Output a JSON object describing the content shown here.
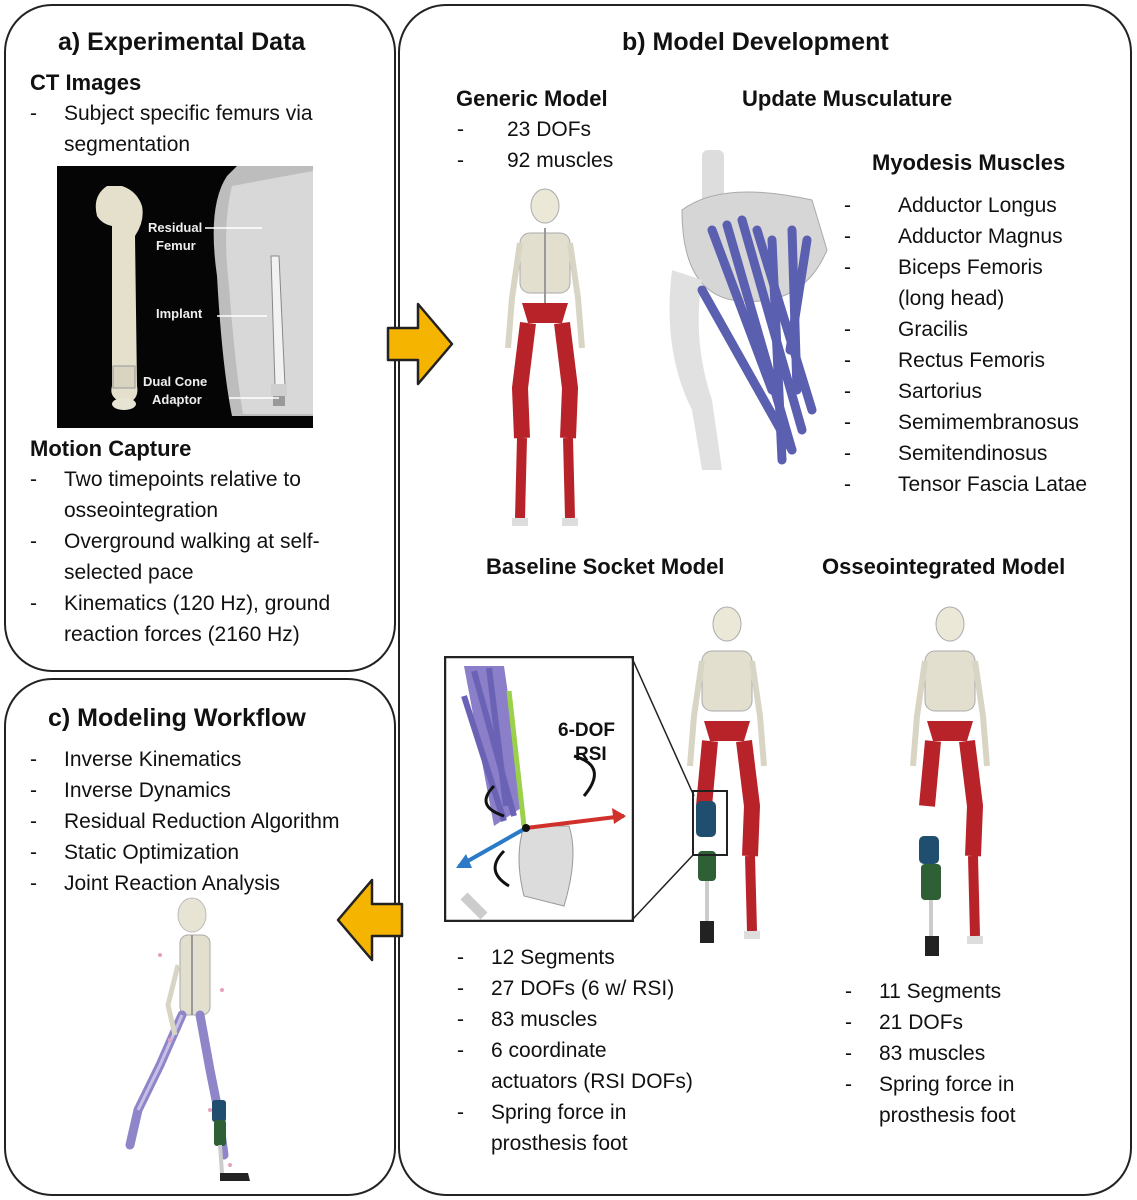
{
  "panel_a": {
    "title": "a) Experimental Data",
    "ct": {
      "heading": "CT Images",
      "items": [
        "Subject specific femurs via",
        "segmentation"
      ],
      "image_labels": {
        "residual_femur_1": "Residual",
        "residual_femur_2": "Femur",
        "implant": "Implant",
        "adaptor_1": "Dual Cone",
        "adaptor_2": "Adaptor"
      }
    },
    "motion": {
      "heading": "Motion Capture",
      "items": [
        "Two timepoints relative to",
        "osseointegration",
        "Overground walking at self-",
        "selected pace",
        "Kinematics (120 Hz), ground",
        "reaction forces (2160 Hz)"
      ]
    }
  },
  "panel_b": {
    "title": "b) Model Development",
    "generic": {
      "heading": "Generic Model",
      "items": [
        "23 DOFs",
        "92 muscles"
      ]
    },
    "update": {
      "heading": "Update Musculature"
    },
    "myodesis": {
      "heading": "Myodesis Muscles",
      "items": [
        "Adductor Longus",
        "Adductor Magnus",
        "Biceps Femoris",
        "(long head)",
        "Gracilis",
        "Rectus Femoris",
        "Sartorius",
        "Semimembranosus",
        "Semitendinosus",
        "Tensor Fascia Latae"
      ]
    },
    "baseline": {
      "heading": "Baseline Socket Model",
      "rsi_label_1": "6-DOF",
      "rsi_label_2": "RSI",
      "items": [
        "12 Segments",
        "27 DOFs (6 w/ RSI)",
        "83 muscles",
        "6 coordinate",
        "actuators (RSI DOFs)",
        "Spring force in",
        "prosthesis foot"
      ]
    },
    "osseo": {
      "heading": "Osseointegrated Model",
      "items": [
        "11 Segments",
        "21 DOFs",
        "83 muscles",
        "Spring force in",
        "prosthesis foot"
      ]
    }
  },
  "panel_c": {
    "title": "c) Modeling Workflow",
    "items": [
      "Inverse Kinematics",
      "Inverse Dynamics",
      "Residual Reduction Algorithm",
      "Static Optimization",
      "Joint Reaction Analysis"
    ]
  },
  "colors": {
    "arrow_fill": "#f5b400",
    "muscle_red": "#b8232a",
    "muscle_blue": "#5a5fb0",
    "bone": "#e8e4d4",
    "socket_blue": "#1f4e6e",
    "foot_green": "#2f5f35"
  }
}
